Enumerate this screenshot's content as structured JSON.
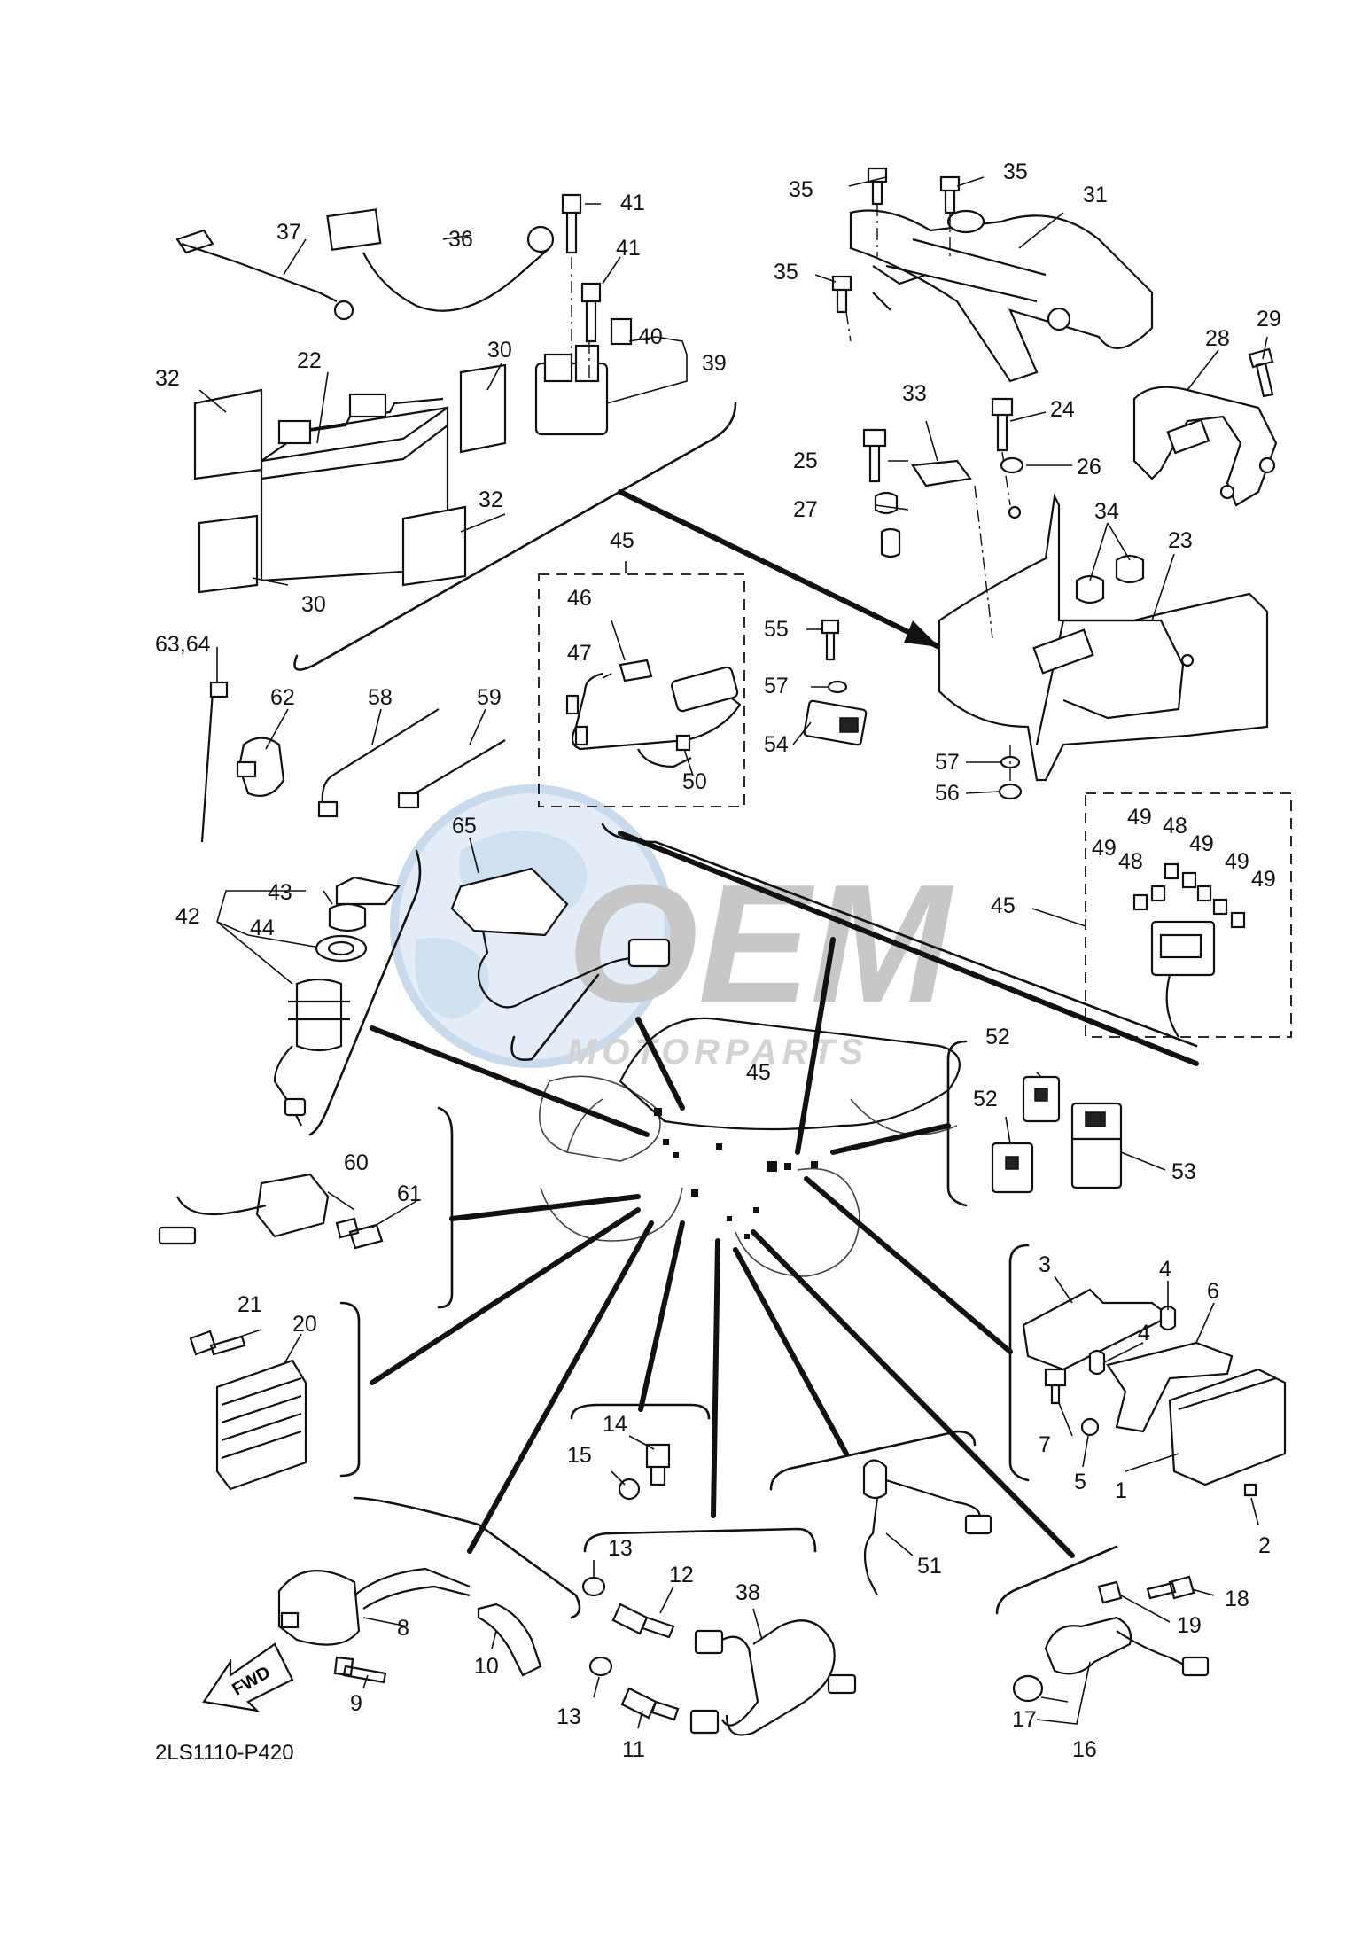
{
  "diagram": {
    "reference_code": "2LS1110-P420",
    "direction_label": "FWD",
    "watermark": {
      "brand": "OEM",
      "tagline": "MOTORPARTS"
    },
    "callouts": {
      "c1": "1",
      "c2": "2",
      "c3": "3",
      "c4a": "4",
      "c4b": "4",
      "c5": "5",
      "c6": "6",
      "c7": "7",
      "c8": "8",
      "c9": "9",
      "c10": "10",
      "c11": "11",
      "c12": "12",
      "c13a": "13",
      "c13b": "13",
      "c14": "14",
      "c15": "15",
      "c16": "16",
      "c17": "17",
      "c18": "18",
      "c19": "19",
      "c20": "20",
      "c21": "21",
      "c22": "22",
      "c23": "23",
      "c24": "24",
      "c25": "25",
      "c26": "26",
      "c27": "27",
      "c28": "28",
      "c29": "29",
      "c30a": "30",
      "c30b": "30",
      "c31": "31",
      "c32a": "32",
      "c32b": "32",
      "c33": "33",
      "c34": "34",
      "c35a": "35",
      "c35b": "35",
      "c35c": "35",
      "c36": "36",
      "c37": "37",
      "c38": "38",
      "c39": "39",
      "c40": "40",
      "c41a": "41",
      "c41b": "41",
      "c42": "42",
      "c43": "43",
      "c44": "44",
      "c45a": "45",
      "c45b": "45",
      "c45c": "45",
      "c46": "46",
      "c47": "47",
      "c48a": "48",
      "c48b": "48",
      "c49a": "49",
      "c49b": "49",
      "c49c": "49",
      "c49d": "49",
      "c49e": "49",
      "c50": "50",
      "c51": "51",
      "c52a": "52",
      "c52b": "52",
      "c53": "53",
      "c54": "54",
      "c55": "55",
      "c56": "56",
      "c57a": "57",
      "c57b": "57",
      "c58": "58",
      "c59": "59",
      "c60": "60",
      "c61": "61",
      "c62": "62",
      "c6364": "63,64",
      "c65": "65"
    }
  }
}
